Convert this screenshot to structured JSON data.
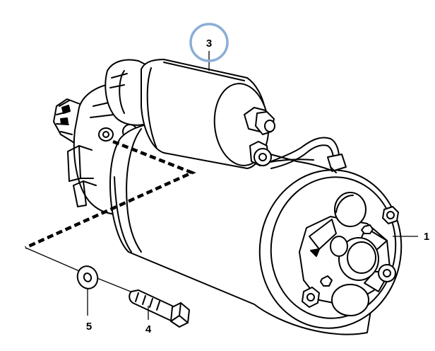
{
  "diagram": {
    "callouts": [
      {
        "id": "1",
        "label": "1",
        "part": "starter-motor-body"
      },
      {
        "id": "3",
        "label": "3",
        "part": "solenoid",
        "highlighted": true
      },
      {
        "id": "4",
        "label": "4",
        "part": "mounting-bolt"
      },
      {
        "id": "5",
        "label": "5",
        "part": "washer"
      }
    ],
    "colors": {
      "line": "#000000",
      "highlight_circle": "#8aaed6",
      "background": "#ffffff"
    }
  }
}
